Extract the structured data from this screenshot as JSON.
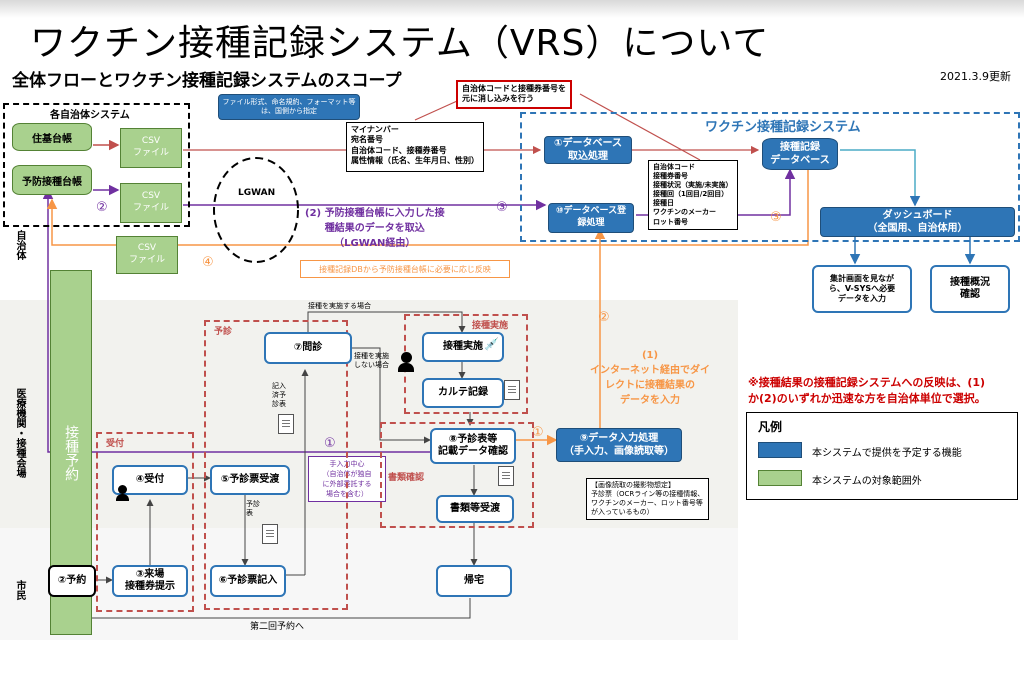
{
  "title": "ワクチン接種記録システム（VRS）について",
  "subtitle": "全体フローとワクチン接種記録システムのスコープ",
  "date": "2021.3.9更新",
  "lanes": {
    "municipality": "自治体",
    "medical": "医療機関・接種会場",
    "citizen": "市民"
  },
  "municipal_systems": {
    "title": "各自治体システム",
    "resident_registry": "住基台帳",
    "vaccination_registry": "予防接種台帳",
    "csv_label": "CSV\nファイル",
    "file_note": "ファイル形式、命名規約、フォーマット等は、国側から指定",
    "lgwan": "LGWAN"
  },
  "vrs": {
    "title": "ワクチン接種記録システム",
    "db_import": "①データベース\n取込処理",
    "db_register": "⑩データベース登\n録処理",
    "db": "接種記録\nデータベース",
    "dashboard": "ダッシュボード\n（全国用、自治体用）",
    "aggregate": "集計画面を見なが\nら、V-SYSへ必要\nデータを入力",
    "overview": "接種概況\n確認"
  },
  "notes": {
    "id_note": "自治体コードと接種券番号を\n元に消し込みを行う",
    "my_number_block": "マイナンバー\n宛名番号\n自治体コード、接種券番号\n属性情報（氏名、生年月日、性別）",
    "record_block": "自治体コード\n接種券番号\n接種状況（実施/未実施）\n接種回（1回目/2回目）\n接種日\nワクチンのメーカー\nロット番号",
    "lgwan_route": "(2) 予防接種台帳に入力した接\n種結果のデータを取込\n（LGWAN経由）",
    "reflect": "接種記録DBから予防接種台帳に必要に応じ反映",
    "internet_route": "(1)\nインターネット経由でダイ\nレクトに接種結果の\nデータを入力",
    "image_note": "【画像読取の撮影物想定】\n予診票（OCRライン等の接種情報、\nワクチンのメーカー、ロット番号等\nが入っているもの）",
    "manual_note": "手入力中心\n（自治体が独自\nに外部委託する\n場合を含む）",
    "red_note": "※接種結果の接種記録システムへの反映は、(1)\nか(2)のいずれか迅速な方を自治体単位で選択。"
  },
  "circles": {
    "c1": "①",
    "c2": "②",
    "c3": "③",
    "c4": "④"
  },
  "flow": {
    "reception_group": "受付",
    "exam_group": "予診",
    "injection_group": "接種実施",
    "doc_group": "書類確認",
    "reserve": "接種予約",
    "reception": "④受付",
    "exam_receive": "⑤予診票受渡",
    "interview": "⑦問診",
    "injection": "接種実施",
    "chart": "カルテ記録",
    "check": "⑧予診表等\n記載データ確認",
    "data_input": "⑨データ入力処理\n（手入力、画像読取等）",
    "doc_receive": "書類等受渡",
    "book": "②予約",
    "visit": "③来場\n接種券提示",
    "exam_fill": "⑥予診票記入",
    "home": "帰宅",
    "second": "第二回予約へ",
    "do_injection": "接種を実施する場合",
    "no_injection": "接種を実施\nしない場合",
    "filled": "記入\n済予\n診表",
    "exam_sheet": "予診\n表"
  },
  "legend": {
    "title": "凡例",
    "in_scope": "本システムで提供を予定する機能",
    "out_scope": "本システムの対象範囲外"
  },
  "colors": {
    "blue": "#2e75b6",
    "green": "#a9d18e",
    "red": "#c0504d",
    "purple": "#7030a0",
    "orange": "#f79646"
  }
}
